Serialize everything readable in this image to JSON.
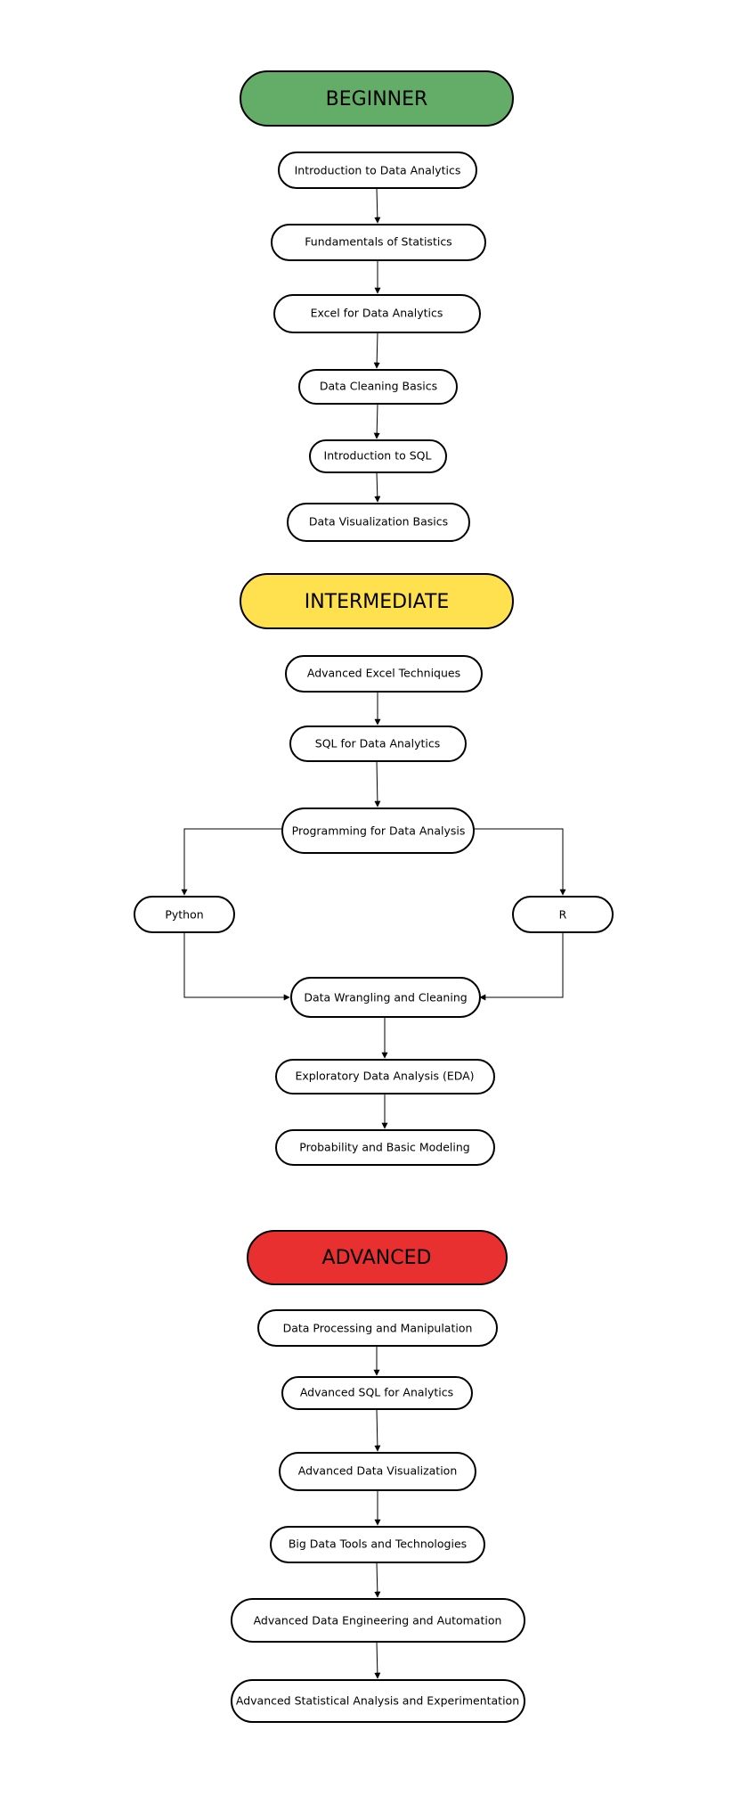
{
  "levels": {
    "beginner": {
      "label": "BEGINNER",
      "color": "#63ad68"
    },
    "intermediate": {
      "label": "INTERMEDIATE",
      "color": "#ffe150"
    },
    "advanced": {
      "label": "ADVANCED",
      "color": "#e83030"
    }
  },
  "nodes": {
    "intro_analytics": "Introduction to Data Analytics",
    "fund_stats": "Fundamentals of Statistics",
    "excel_analytics": "Excel for Data Analytics",
    "cleaning_basics": "Data Cleaning Basics",
    "intro_sql": "Introduction to SQL",
    "viz_basics": "Data Visualization Basics",
    "adv_excel": "Advanced Excel Techniques",
    "sql_analytics": "SQL for Data Analytics",
    "programming": "Programming for Data Analysis",
    "python": "Python",
    "r": "R",
    "wrangling": "Data Wrangling and Cleaning",
    "eda": "Exploratory Data Analysis (EDA)",
    "probability": "Probability and Basic Modeling",
    "processing": "Data Processing and Manipulation",
    "adv_sql": "Advanced SQL for Analytics",
    "adv_viz": "Advanced Data Visualization",
    "big_data": "Big Data Tools and Technologies",
    "data_eng": "Advanced Data Engineering and Automation",
    "adv_stats": "Advanced Statistical Analysis and Experimentation"
  }
}
